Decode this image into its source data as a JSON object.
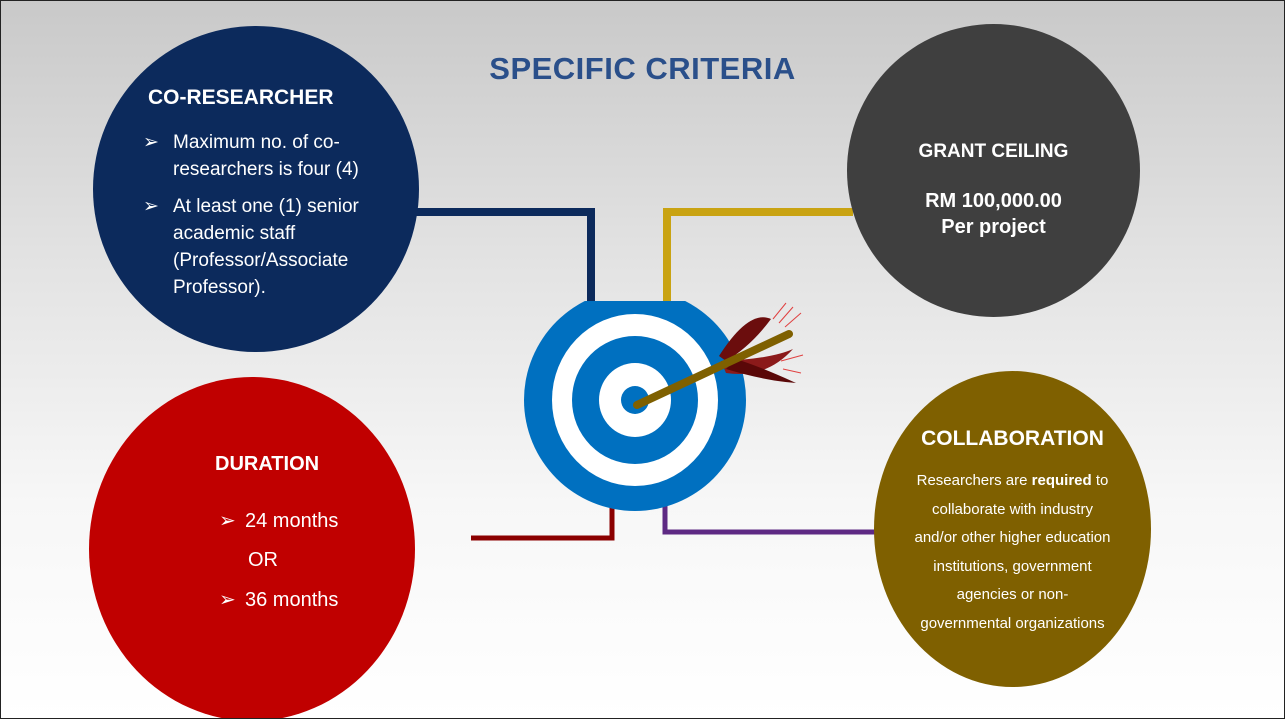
{
  "title": "SPECIFIC CRITERIA",
  "co_researcher": {
    "heading": "CO-RESEARCHER",
    "bullet1": "Maximum no. of co-researchers is four (4)",
    "bullet2": "At least one (1) senior academic staff (Professor/Associate Professor)."
  },
  "grant_ceiling": {
    "heading": "GRANT CEILING",
    "amount": "RM 100,000.00",
    "unit": "Per project"
  },
  "duration": {
    "heading": "DURATION",
    "option1": "24 months",
    "or": "OR",
    "option2": "36 months"
  },
  "collaboration": {
    "heading": "COLLABORATION",
    "text_before": "Researchers are ",
    "text_bold": "required",
    "text_after": " to collaborate with industry and/or other higher education institutions, government agencies or non-governmental organizations"
  },
  "colors": {
    "title": "#2a4f8a",
    "co_researcher": "#0c2a5c",
    "grant_ceiling": "#3f3f3f",
    "duration": "#c00000",
    "collaboration": "#7f6000",
    "target_blue": "#0070c0",
    "arrow_shaft": "#7f6000",
    "fletching": "#7b1010",
    "connector_gold": "#c9a312",
    "connector_purple": "#5e2a84",
    "connector_red": "#8b0000"
  },
  "icons": {
    "bullet": "arrow-bullet-icon",
    "center": "target-arrow-icon"
  }
}
